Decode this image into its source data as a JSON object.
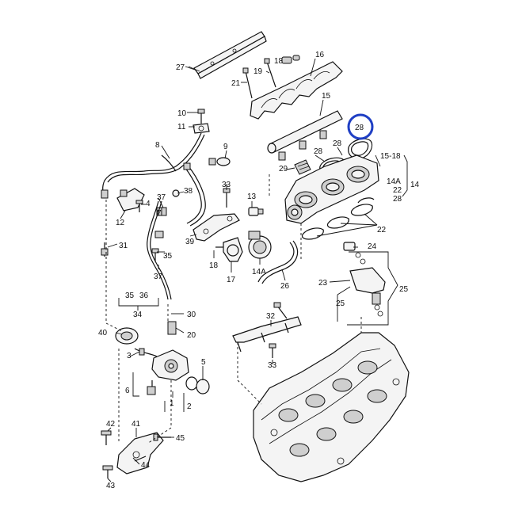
{
  "diagram": {
    "labels": {
      "l27": "27",
      "l16": "16",
      "l19": "19",
      "l18": "18",
      "l21": "21",
      "l15": "15",
      "l10": "10",
      "l11": "11",
      "l8": "8",
      "l9": "9",
      "l28a": "28",
      "l28b": "28",
      "l29": "29",
      "l1518": "15-18",
      "l14a1": "14A",
      "l22a": "22",
      "l28c": "28",
      "l14": "14",
      "l38": "38",
      "l37a": "37",
      "l4": "4",
      "l7": "7",
      "l33a": "33",
      "l13": "13",
      "l12": "12",
      "l22b": "22",
      "l24": "24",
      "l39": "39",
      "l35": "35",
      "l31": "31",
      "l18b": "18",
      "l17": "17",
      "l14a2": "14A",
      "l37b": "37",
      "l26": "26",
      "l23": "23",
      "l25a": "25",
      "l25b": "25",
      "l35b": "35",
      "l36": "36",
      "l34": "34",
      "l30": "30",
      "l32": "32",
      "l40": "40",
      "l20": "20",
      "l3": "3",
      "l5": "5",
      "l33b": "33",
      "l6": "6",
      "l1": "1",
      "l2": "2",
      "l42": "42",
      "l41": "41",
      "l45": "45",
      "l44": "44",
      "l43": "43"
    },
    "highlight": {
      "label": "28",
      "color": "#1f3fc4"
    }
  }
}
